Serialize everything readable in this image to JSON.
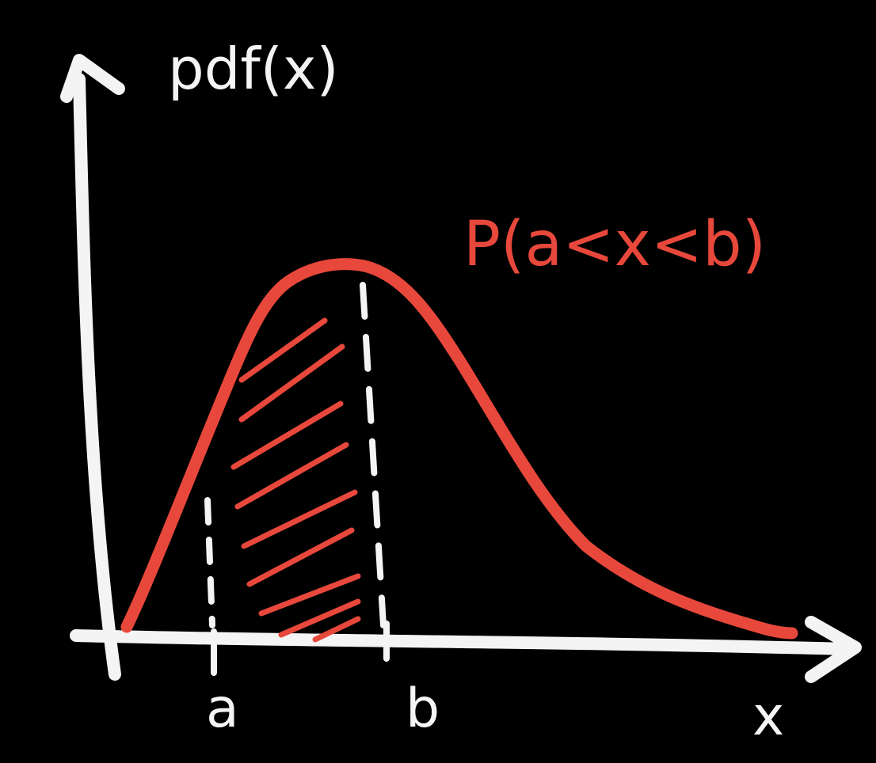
{
  "labels": {
    "y_axis": "pdf(x)",
    "x_axis": "x",
    "a": "a",
    "b": "b",
    "probability": "P(a<x<b)"
  },
  "colors": {
    "background": "#000000",
    "chalk_white": "#f4f4f4",
    "curve_red": "#e8483c"
  }
}
